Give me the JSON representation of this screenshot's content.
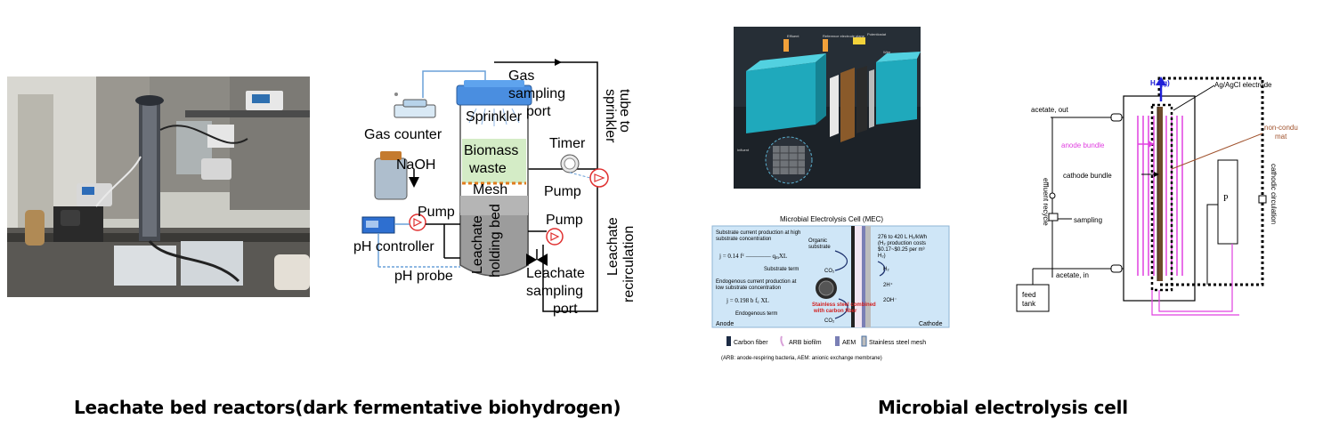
{
  "captions": {
    "left": "Leachate bed reactors(dark fermentative biohydrogen)",
    "right": "Microbial electrolysis cell"
  },
  "lbr_diagram": {
    "gas_counter": "Gas counter",
    "naoh": "NaOH",
    "pump_left": "Pump",
    "ph_controller": "pH controller",
    "ph_probe": "pH probe",
    "sprinkler": "Sprinkler",
    "biomass": "Biomass",
    "waste": "waste",
    "mesh": "Mesh",
    "holding_bed_1": "Leachate",
    "holding_bed_2": "holding bed",
    "gas_sampling_1": "Gas",
    "gas_sampling_2": "sampling",
    "gas_sampling_3": "port",
    "timer": "Timer",
    "pump_right_top": "Pump",
    "pump_right_mid": "Pump",
    "leachate_sampling_1": "Leachate",
    "leachate_sampling_2": "sampling",
    "leachate_sampling_3": "port",
    "tube_1": "tube to",
    "tube_2": "sprinkler",
    "recirc_1": "Leachate",
    "recirc_2": "recirculation"
  },
  "mec_schematic": {
    "title": "Microbial Electrolysis Cell (MEC)",
    "substrate_text_1": "Substrate current production at high",
    "substrate_text_2": "substrate concentration",
    "substrate_term": "Substrate term",
    "endogenous_text_1": "Endogenous current production at",
    "endogenous_text_2": "low substrate concentration",
    "endogenous_term": "Endogenous term",
    "organic_1": "Organic",
    "organic_2": "substrate",
    "co2_top": "CO₂",
    "co2_bottom": "CO₂",
    "h2": "H₂",
    "two_h": "2H⁺",
    "two_oh": "2OH⁻",
    "production_1": "276 to 420 L H₂/kWh",
    "production_2": "(H₂ production costs",
    "production_3": "$0.17~$0.25 per m³",
    "production_4": "H₂)",
    "stainless_1": "Stainless steel combined",
    "stainless_2": "with carbon fiber",
    "anode": "Anode",
    "cathode": "Cathode",
    "legend": [
      "Carbon fiber",
      "ARB biofilm",
      "AEM",
      "Stainless steel mesh"
    ],
    "footnote": "(ARB: anode-respiring bacteria, AEM: anionic exchange membrane)"
  },
  "mec_reactor": {
    "h2": "H₂ (g)",
    "agcl": "Ag/AgCl electrode",
    "acetate_out": "acetate, out",
    "anode_bundle": "anode bundle",
    "non_conductive_1": "non-conductive",
    "non_conductive_2": "mat",
    "cathode_bundle": "cathode bundle",
    "effluent": "effluent recycle",
    "sampling": "sampling",
    "cathodic": "cathodic circulation",
    "acetate_in": "acetate, in",
    "feed_1": "feed",
    "feed_2": "tank",
    "pump": "P"
  },
  "colors": {
    "magenta": "#e040e0",
    "brown": "#a0522d",
    "mec_bg": "#cfe6f7",
    "render_bg": "#1c2228",
    "cyan": "#25b6c8"
  }
}
